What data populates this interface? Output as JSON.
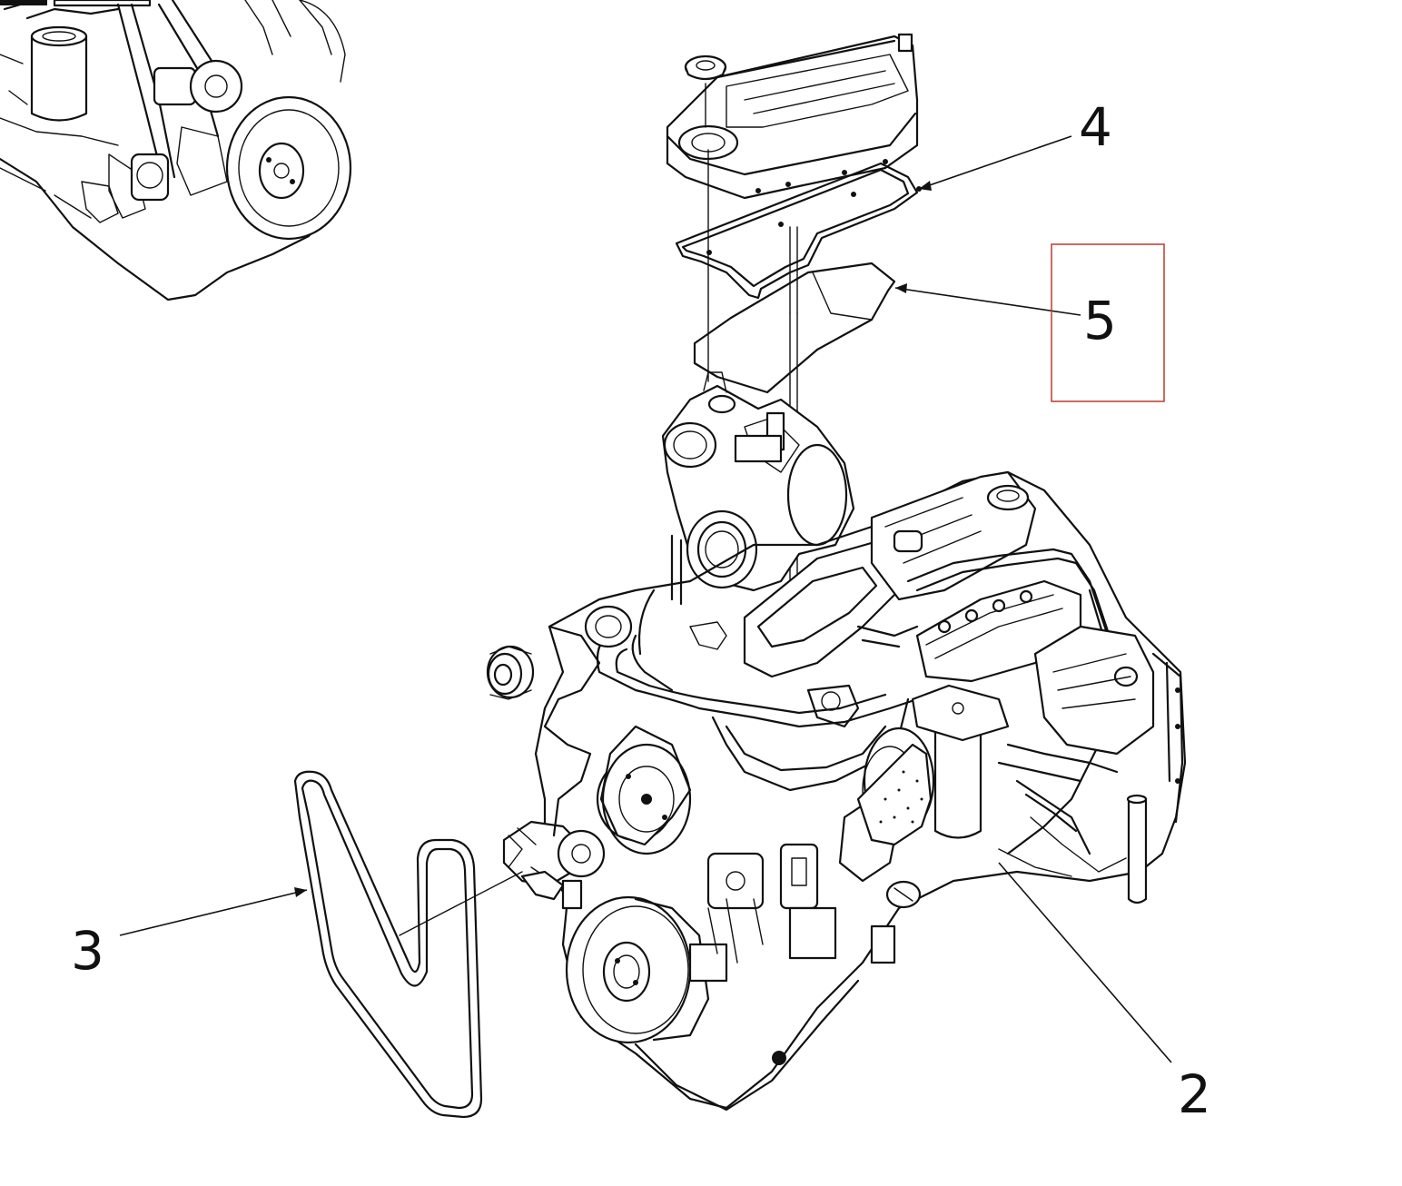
{
  "diagram": {
    "callouts": [
      {
        "id": "callout-2",
        "label": "2"
      },
      {
        "id": "callout-3",
        "label": "3"
      },
      {
        "id": "callout-4",
        "label": "4"
      },
      {
        "id": "callout-5",
        "label": "5",
        "highlighted": true
      }
    ],
    "highlight_color": "#c0392b",
    "line_color": "#111111"
  }
}
